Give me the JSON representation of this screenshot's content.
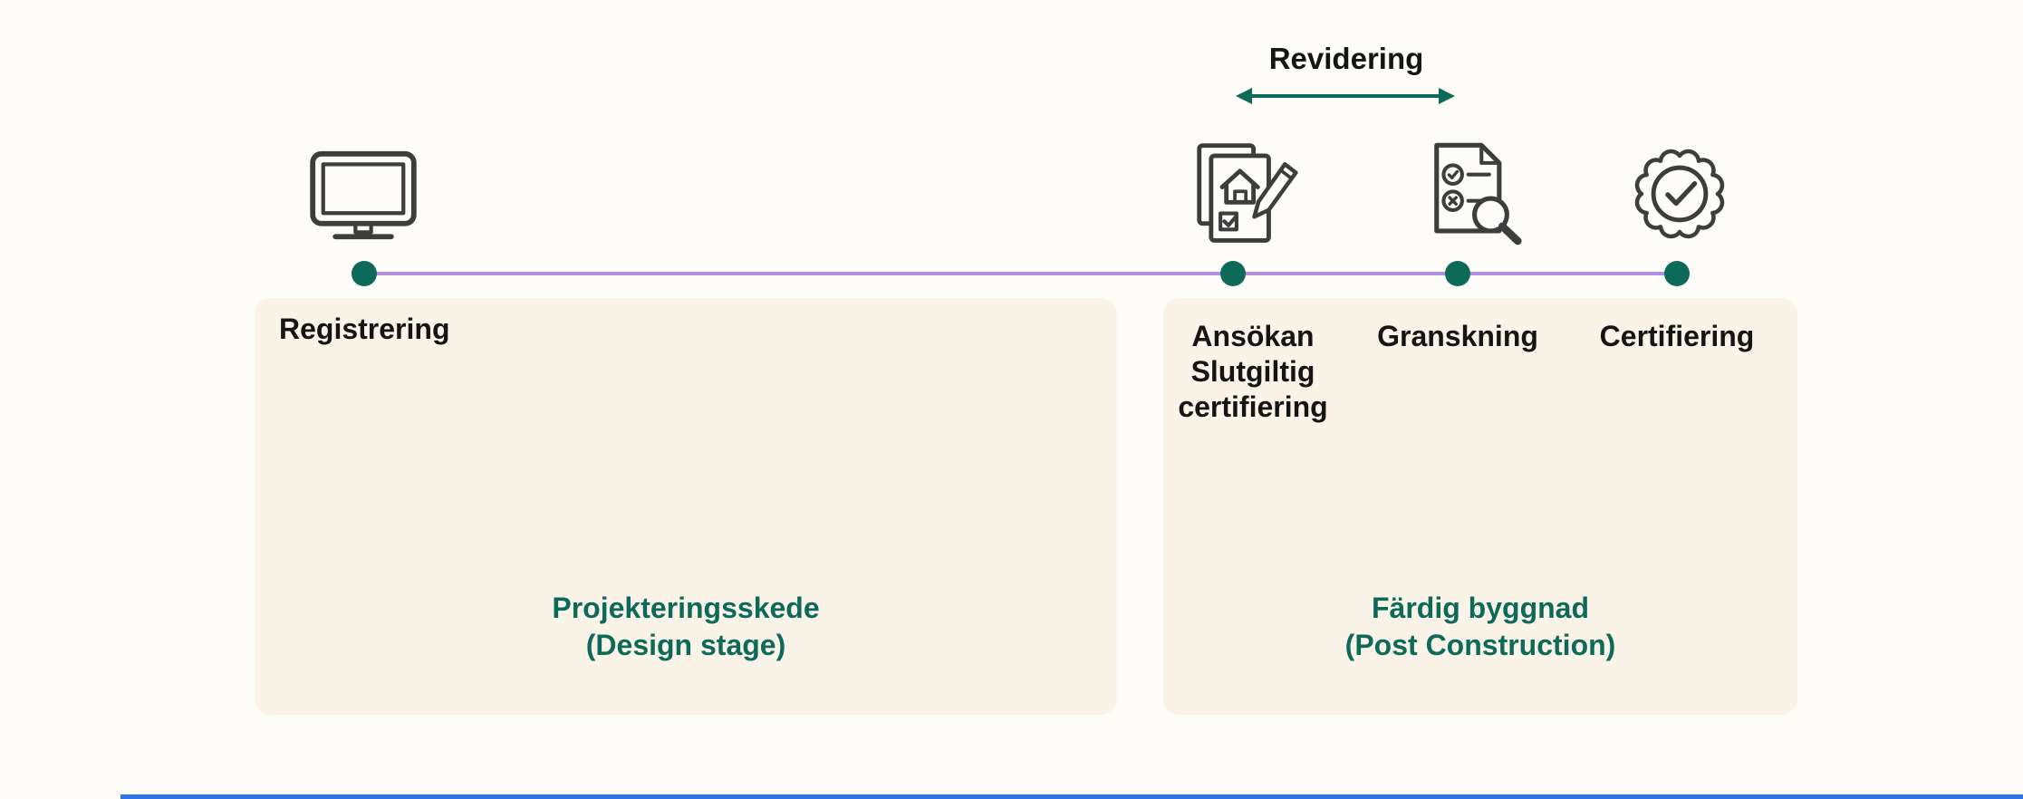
{
  "colors": {
    "teal_accent": "#0e6a58",
    "timeline_purple": "#b18fe0",
    "panel_background": "#faf4e8",
    "icon_stroke": "#3d3d3d",
    "text_color": "#151515",
    "bottom_bar_blue": "#2e74e8"
  },
  "revision": {
    "label": "Revidering",
    "arrow_icon": "double-headed-arrow-icon"
  },
  "milestones": [
    {
      "id": "registrering",
      "label": "Registrering",
      "icon": "computer-monitor-icon"
    },
    {
      "id": "ansokan",
      "lines": [
        "Ansökan",
        "Slutgiltig",
        "certifiering"
      ],
      "icon": "application-document-icon"
    },
    {
      "id": "granskning",
      "label": "Granskning",
      "icon": "review-checklist-magnifier-icon"
    },
    {
      "id": "certifiering",
      "label": "Certifiering",
      "icon": "certificate-rosette-icon"
    }
  ],
  "stages": [
    {
      "id": "design-stage",
      "lines": [
        "Projekteringsskede",
        "(Design stage)"
      ]
    },
    {
      "id": "post-construction",
      "lines": [
        "Färdig byggnad",
        "(Post Construction)"
      ]
    }
  ]
}
